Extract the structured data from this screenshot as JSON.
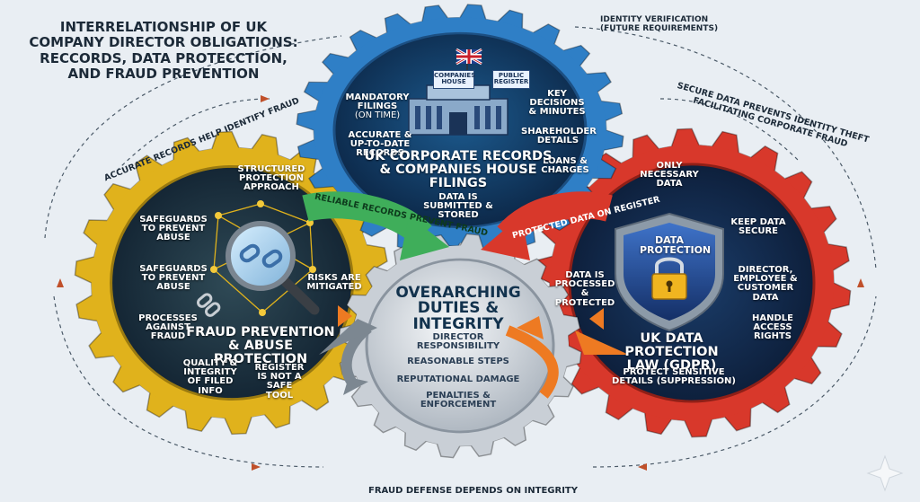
{
  "title": "INTERRELATIONSHIP OF UK COMPANY DIRECTOR OBLIGATIONS: RECCORDS, DATA PROTECCTION, AND FRAUD PREVENTION",
  "colors": {
    "top": "#2f7fc6",
    "left": "#e0b21c",
    "right": "#d8382b",
    "hub": "#c9cfd6",
    "green": "#3fae5a",
    "orange": "#ee7a22",
    "background": "#e9eef3"
  },
  "icons": {
    "top": "companies-house-building-icon",
    "left": "magnifier-broken-chain-icon",
    "right": "shield-padlock-icon",
    "flag": "union-jack-flag-icon"
  },
  "notes": {
    "identity_line1": "IDENTITY VERIFICATION",
    "identity_line2": "(FUTURE REQUIREMENTS)",
    "accurate": "ACCURATE RECORDS HELP IDENTIFY FRAUD",
    "secure_line1": "SECURE DATA PREVENTS IDENTITY THEFT",
    "secure_line2": "FACILITATING CORPORATE FRAUD",
    "bottom": "FRAUD DEFENSE DEPENDS ON INTEGRITY"
  },
  "top_gear": {
    "title_line1": "UK CORPORATE RECORDS",
    "title_line2": "& COMPANIES HOUSE FILINGS",
    "mandatory": "MANDATORY FILINGS",
    "mandatory_sub": "(ON TIME)",
    "accurate": "ACCURATE & UP-TO-DATE RECORDS",
    "key": "KEY DECISIONS & MINUTES",
    "shareholder": "SHAREHOLDER DETAILS",
    "loans": "LOANS & CHARGES",
    "submitted": "DATA IS SUBMITTED & STORED",
    "companies_house": "COMPANIES HOUSE",
    "public_register": "PUBLIC REGISTER"
  },
  "left_gear": {
    "title_line1": "FRAUD PREVENTION",
    "title_line2": "& ABUSE PROTECTION",
    "structured": "STRUCTURED PROTECTION APPROACH",
    "safeguards1": "SAFEGUARDS TO PREVENT ABUSE",
    "safeguards2": "SAFEGUARDS TO PREVENT ABUSE",
    "processes": "PROCESSES AGAINST FRAUD",
    "quality": "QUALITY & INTEGRITY OF FILED INFO",
    "register": "REGISTER IS NOT A SAFE TOOL",
    "risks": "RISKS ARE MITIGATED"
  },
  "right_gear": {
    "title_line1": "UK DATA PROTECTION",
    "title_line2": "LAW (GDPR)",
    "only": "ONLY NECESSARY DATA",
    "keep": "KEEP DATA SECURE",
    "director": "DIRECTOR, EMPLOYEE & CUSTOMER DATA",
    "handle": "HANDLE ACCESS RIGHTS",
    "protect": "PROTECT SENSITIVE DETAILS (SUPPRESSION)",
    "processed": "DATA IS PROCESSED & PROTECTED",
    "shield_label": "DATA PROTECTION"
  },
  "hub": {
    "title_line1": "OVERARCHING",
    "title_line2": "DUTIES &",
    "title_line3": "INTEGRITY",
    "items": [
      "DIRECTOR RESPONSIBILITY",
      "REASONABLE STEPS",
      "REPUTATIONAL DAMAGE",
      "PENALTIES & ENFORCEMENT"
    ]
  },
  "arrows": {
    "green": "RELIABLE RECORDS PREVENT FRAUD",
    "red": "PROTECTED DATA ON REGISTER"
  }
}
